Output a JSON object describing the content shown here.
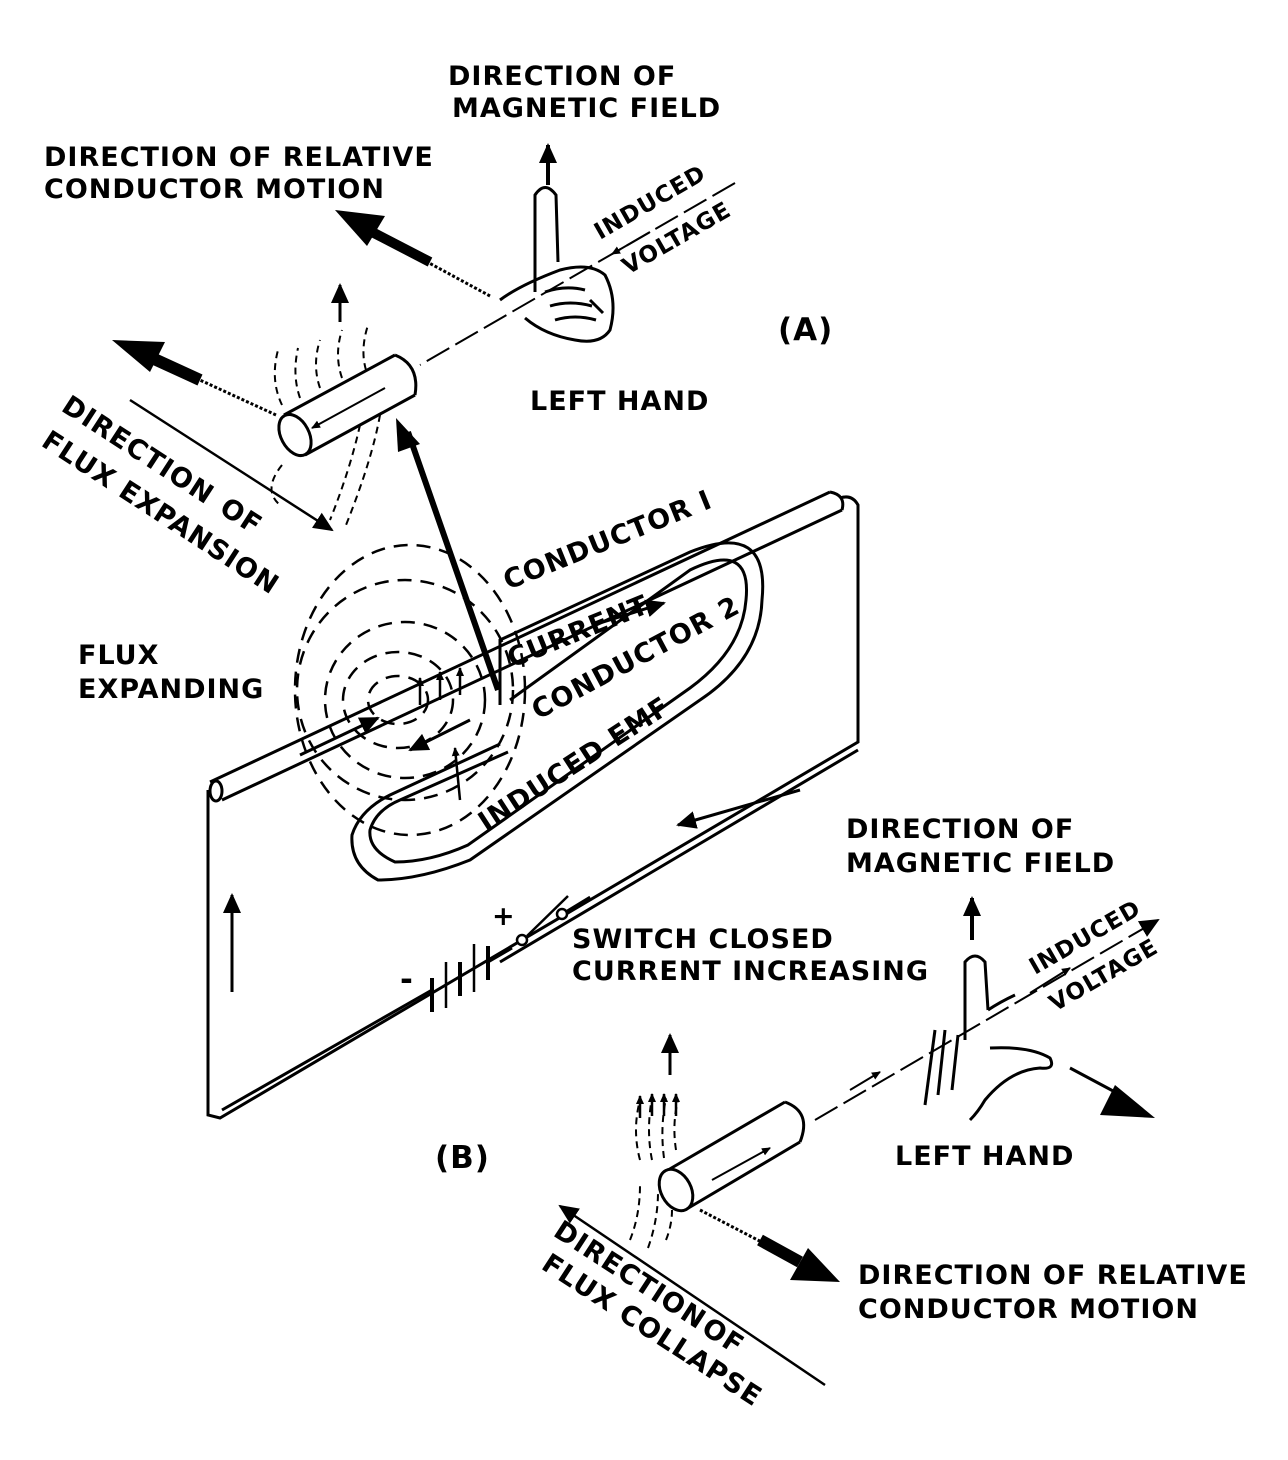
{
  "labels": {
    "top_magnetic_field_1": "DIRECTION OF",
    "top_magnetic_field_2": "MAGNETIC FIELD",
    "top_motion_1": "DIRECTION OF RELATIVE",
    "top_motion_2": "CONDUCTOR MOTION",
    "top_induced": "INDUCED",
    "top_voltage": "VOLTAGE",
    "panel_a": "(A)",
    "top_left_hand": "LEFT HAND",
    "flux_expansion_1": "DIRECTION",
    "flux_expansion_2": "FLUX EXPANSION",
    "flux_expansion_of": "OF",
    "conductor_1": "CONDUCTOR I",
    "current": "CURRENT",
    "conductor_2": "CONDUCTOR 2",
    "flux_expanding_1": "FLUX",
    "flux_expanding_2": "EXPANDING",
    "induced_emf": "INDUCED EMF",
    "bottom_magnetic_field_1": "DIRECTION OF",
    "bottom_magnetic_field_2": "MAGNETIC FIELD",
    "switch_1": "SWITCH CLOSED",
    "switch_2": "CURRENT INCREASING",
    "bottom_induced": "INDUCED",
    "bottom_voltage": "VOLTAGE",
    "battery_plus": "+",
    "battery_minus": "-",
    "panel_b": "(B)",
    "bottom_left_hand": "LEFT HAND",
    "flux_collapse_1": "DIRECTION",
    "flux_collapse_2": "FLUX COLLAPSE",
    "flux_collapse_of": "OF",
    "bottom_motion_1": "DIRECTION OF RELATIVE",
    "bottom_motion_2": "CONDUCTOR MOTION"
  },
  "colors": {
    "ink": "#000000",
    "paper": "#ffffff"
  }
}
